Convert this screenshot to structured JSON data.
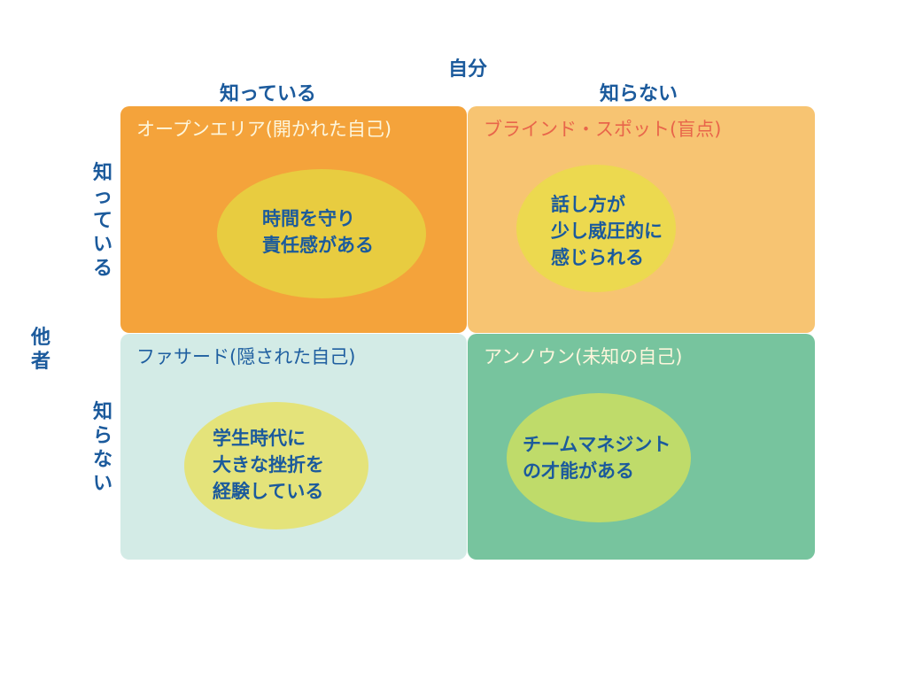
{
  "axes": {
    "self": "自分",
    "others": "他者",
    "known": "知っている",
    "unknown": "知らない"
  },
  "quadrants": [
    {
      "title": "オープンエリア(開かれた自己)",
      "content": "時間を守り\n責任感がある",
      "bg": "#f4a33b",
      "ellipse": "#e8cc40",
      "title_color": "#fdf6dc"
    },
    {
      "title": "ブラインド・スポット(盲点)",
      "content": "話し方が\n少し威圧的に\n感じられる",
      "bg": "#f7c472",
      "ellipse": "#ecd94f",
      "title_color": "#e8654a"
    },
    {
      "title": "ファサード(隠された自己)",
      "content": "学生時代に\n大きな挫折を\n経験している",
      "bg": "#d3ebe6",
      "ellipse": "#e4e37a",
      "title_color": "#1f5fa0"
    },
    {
      "title": "アンノウン(未知の自己)",
      "content": "チームマネジント\nの才能がある",
      "bg": "#77c49e",
      "ellipse": "#bfdb6a",
      "title_color": "#fdf6dc"
    }
  ]
}
